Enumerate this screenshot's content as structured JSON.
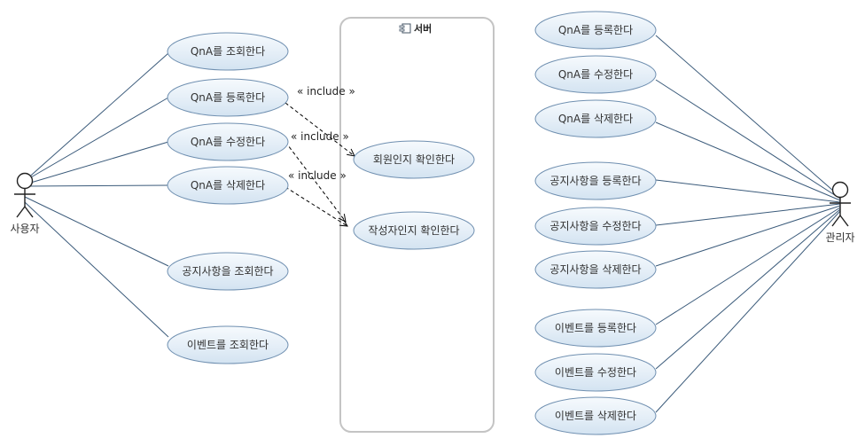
{
  "system": {
    "name": "서버"
  },
  "actors": {
    "user": "사용자",
    "admin": "관리자"
  },
  "include_label": "« include »",
  "user_use_cases": {
    "qna_view": "QnA를 조회한다",
    "qna_register": "QnA를 등록한다",
    "qna_edit": "QnA를 수정한다",
    "qna_delete": "QnA를 삭제한다",
    "notice_view": "공지사항을 조회한다",
    "event_view": "이벤트를 조회한다"
  },
  "server_use_cases": {
    "check_member": "회원인지 확인한다",
    "check_author": "작성자인지 확인한다"
  },
  "admin_use_cases": {
    "qna_register": "QnA를 등록한다",
    "qna_edit": "QnA를 수정한다",
    "qna_delete": "QnA를 삭제한다",
    "notice_register": "공지사항을 등록한다",
    "notice_edit": "공지사항을 수정한다",
    "notice_delete": "공지사항을 삭제한다",
    "event_register": "이벤트를 등록한다",
    "event_edit": "이벤트를 수정한다",
    "event_delete": "이벤트를 삭제한다"
  }
}
